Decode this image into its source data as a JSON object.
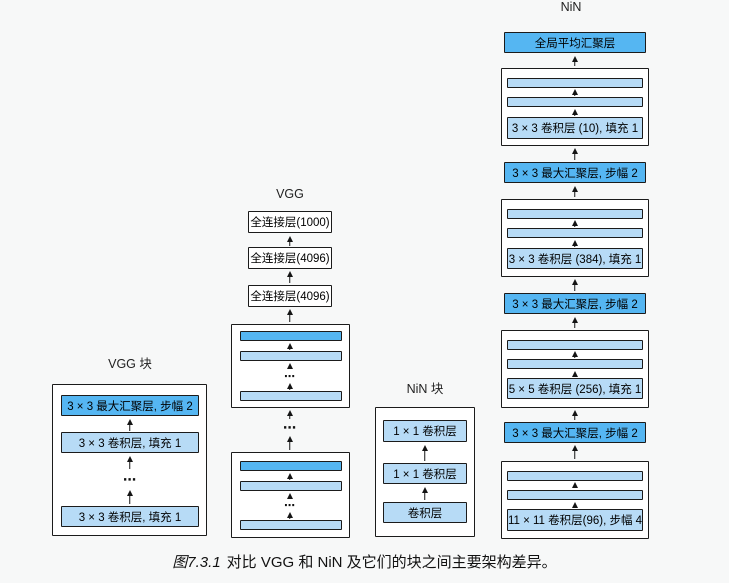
{
  "caption": {
    "fig_label": "图7.3.1",
    "text": "对比 VGG 和 NiN 及它们的块之间主要架构差异。"
  },
  "dots": "⋯",
  "colors": {
    "pool_blue": "#55b6f2",
    "light_blue": "#b7dbf6",
    "background": "#f7f8f8",
    "border": "#1b1b1b",
    "white": "#ffffff"
  },
  "vgg_block": {
    "title": "VGG 块",
    "layers": [
      "3 × 3 最大汇聚层, 步幅 2",
      "3 × 3 卷积层, 填充 1",
      "3 × 3 卷积层, 填充 1"
    ]
  },
  "vgg": {
    "title": "VGG",
    "fc_layers": [
      "全连接层(1000)",
      "全连接层(4096)",
      "全连接层(4096)"
    ]
  },
  "nin_block": {
    "title": "NiN 块",
    "layers": [
      "1 × 1 卷积层",
      "1 × 1 卷积层",
      "卷积层"
    ]
  },
  "nin": {
    "title": "NiN",
    "global_pool": "全局平均汇聚层",
    "pools": [
      "3 × 3 最大汇聚层, 步幅 2",
      "3 × 3 最大汇聚层, 步幅 2",
      "3 × 3 最大汇聚层, 步幅 2"
    ],
    "convs": [
      "3 × 3 卷积层 (10), 填充 1",
      "3 × 3 卷积层 (384), 填充 1",
      "5 × 5 卷积层 (256), 填充 1",
      "11 × 11 卷积层(96), 步幅 4"
    ]
  }
}
